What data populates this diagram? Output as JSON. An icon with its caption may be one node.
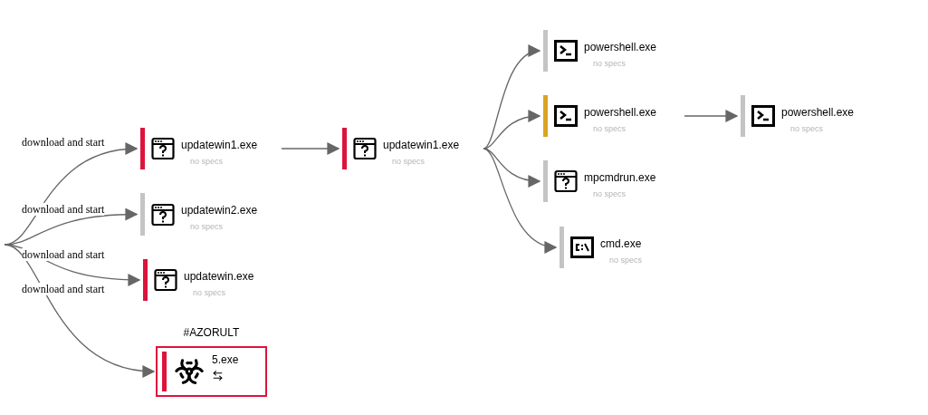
{
  "diagram": {
    "nodes": [
      {
        "text": [
          "updatewin1.exe",
          "no specs"
        ]
      },
      {
        "text": [
          "updatewin2.exe",
          "no specs"
        ]
      },
      {
        "text": [
          "updatewin.exe",
          "no specs"
        ]
      },
      {
        "text": [
          "#AZORULT",
          "5.exe"
        ]
      },
      {
        "text": [
          "updatewin1.exe",
          "no specs"
        ]
      },
      {
        "text": [
          "powershell.exe",
          "no specs"
        ]
      },
      {
        "text": [
          "powershell.exe",
          "no specs"
        ]
      },
      {
        "text": [
          "mpcmdrun.exe",
          "no specs"
        ]
      },
      {
        "text": [
          "cmd.exe",
          "no specs"
        ]
      },
      {
        "text": [
          "powershell.exe",
          "no specs"
        ]
      }
    ],
    "edges": [
      {
        "from": null,
        "to": 0,
        "arrow": "to",
        "label": "download and start"
      },
      {
        "from": null,
        "to": 1,
        "arrow": "to",
        "label": "download and start"
      },
      {
        "from": null,
        "to": 2,
        "arrow": "to",
        "label": "download and start"
      },
      {
        "from": null,
        "to": 3,
        "arrow": "to",
        "label": "download and start"
      },
      {
        "from": 0,
        "to": 4,
        "arrow": "to"
      },
      {
        "from": 4,
        "to": 5,
        "arrow": "to"
      },
      {
        "from": 4,
        "to": 6,
        "arrow": "to"
      },
      {
        "from": 4,
        "to": 7,
        "arrow": "to"
      },
      {
        "from": 4,
        "to": 8,
        "arrow": "to"
      },
      {
        "from": 6,
        "to": 9,
        "arrow": "to"
      }
    ]
  }
}
